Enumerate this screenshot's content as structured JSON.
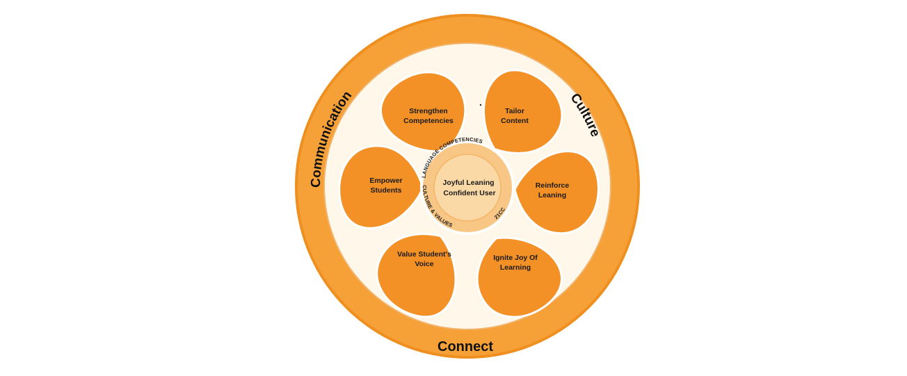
{
  "outer_ring": {
    "top_left": "Communication",
    "top_right": "Culture",
    "bottom": "Connect"
  },
  "petals": [
    {
      "lines": [
        "Strengthen",
        "Competencies"
      ]
    },
    {
      "lines": [
        "Tailor",
        "Content"
      ]
    },
    {
      "lines": [
        "Reinforce",
        "Leaning"
      ]
    },
    {
      "lines": [
        "Ignite Joy Of",
        "Learning"
      ]
    },
    {
      "lines": [
        "Value Student's",
        "Voice"
      ]
    },
    {
      "lines": [
        "Empower",
        "Students"
      ]
    }
  ],
  "inner_ring": {
    "top": "LANGUAGE COMPETENCIES",
    "bottom_left": "CULTURE & VALUES",
    "bottom_right": "21CC"
  },
  "center": {
    "lines": [
      "Joyful Leaning",
      "Confident User"
    ]
  },
  "colors": {
    "outer_ring": "#f6a138",
    "outer_ring_stroke": "#ee8f1f",
    "cream_disc": "#fff7e9",
    "petal": "#f39126",
    "inner_ring": "#f8c785",
    "center_disc": "#fbd9a6"
  }
}
